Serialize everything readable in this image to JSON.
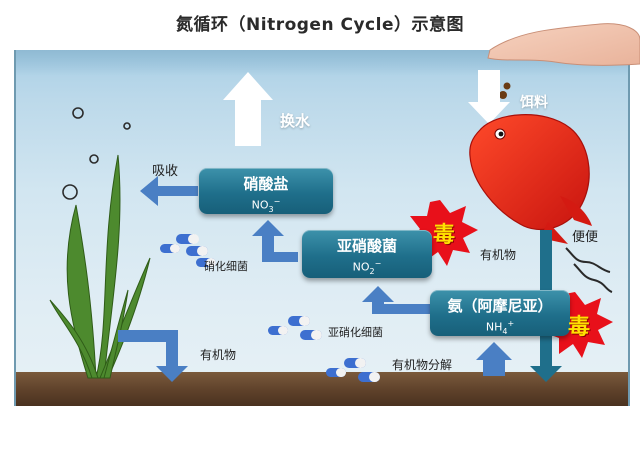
{
  "title": "氮循环（Nitrogen Cycle）示意图",
  "nodes": {
    "nitrate": {
      "name": "硝酸盐",
      "formula_base": "NO",
      "formula_sub": "3",
      "formula_sup": "−"
    },
    "nitrite": {
      "name": "亚硝酸菌",
      "formula_base": "NO",
      "formula_sub": "2",
      "formula_sup": "−"
    },
    "ammonia": {
      "name": "氨（阿摩尼亚）",
      "formula_base": "NH",
      "formula_sub": "4",
      "formula_sup": "+"
    }
  },
  "labels": {
    "water_change": "换水",
    "feed": "饵料",
    "absorb": "吸收",
    "nitrifying_bacteria": "硝化细菌",
    "nitrite_bacteria": "亚硝化细菌",
    "organic_right": "有机物",
    "organic_bottom": "有机物",
    "decomposition": "有机物分解",
    "feces": "便便"
  },
  "toxic_label": "毒",
  "colors": {
    "box": "#1f6f8b",
    "arrow": "#4a7fc4",
    "toxic_burst": "#e8101a",
    "fish": "#e8231d"
  }
}
